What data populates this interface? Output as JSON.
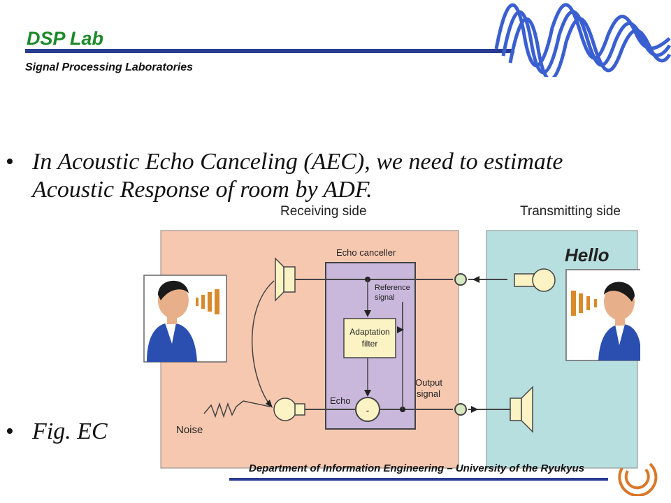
{
  "header": {
    "title": "DSP Lab",
    "subtitle": "Signal Processing Laboratories"
  },
  "bullets": [
    {
      "marker": "•",
      "lines": [
        "In Acoustic Echo Canceling (AEC), we need to estimate",
        "Acoustic Response of room by ADF."
      ]
    },
    {
      "marker": "•",
      "lines": [
        "Fig. EC"
      ]
    }
  ],
  "figure": {
    "receiving_side": "Receiving side",
    "transmitting_side": "Transmitting side",
    "echo_canceller": "Echo canceller",
    "reference_signal": [
      "Reference",
      "signal"
    ],
    "adaptation_filter": [
      "Adaptation",
      "filter"
    ],
    "echo": "Echo",
    "output_signal": [
      "Output",
      "signal"
    ],
    "noise": "Noise",
    "hello": "Hello",
    "subtractor_symbol": "-",
    "colors": {
      "receiving_bg": "#f7c8b0",
      "transmitting_bg": "#b8dfe0",
      "canceller_bg": "#c9b8dc",
      "component_fill": "#fbf3c4",
      "sound_waves": "#d98a2a"
    }
  },
  "footer": {
    "text": "Department of Information Engineering  – University of the Ryukyus"
  },
  "colors": {
    "title_green": "#1c8a2a",
    "rule_blue": "#2a3c8f",
    "wave_blue": "#3a5fd0"
  }
}
